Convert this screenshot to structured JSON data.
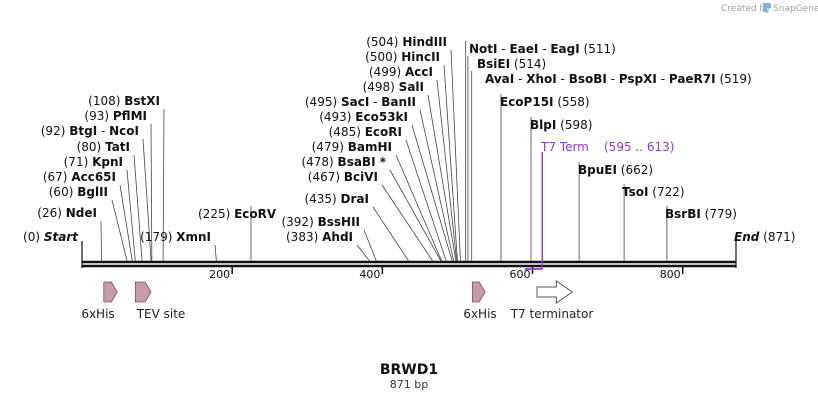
{
  "credit": {
    "text": "Created by",
    "brand": "SnapGene",
    "logo_icon": "snapgene-logo-icon"
  },
  "plasmid": {
    "name": "BRWD1",
    "size_label": "871 bp",
    "length": 871
  },
  "axis_ticks": [
    {
      "pos": 200,
      "label": "200"
    },
    {
      "pos": 400,
      "label": "400"
    },
    {
      "pos": 600,
      "label": "600"
    },
    {
      "pos": 800,
      "label": "800"
    }
  ],
  "sites": [
    {
      "pos": 0,
      "parts": [
        {
          "t": "(0)",
          "s": "num"
        },
        {
          "t": "  "
        },
        {
          "t": "Start",
          "s": "italic-b"
        }
      ]
    },
    {
      "pos": 26,
      "parts": [
        {
          "t": "(26)",
          "s": "num"
        },
        {
          "t": "  "
        },
        {
          "t": "NdeI",
          "s": "enz"
        }
      ]
    },
    {
      "pos": 60,
      "parts": [
        {
          "t": "(60)",
          "s": "num"
        },
        {
          "t": "  "
        },
        {
          "t": "BglII",
          "s": "enz"
        }
      ]
    },
    {
      "pos": 67,
      "parts": [
        {
          "t": "(67)",
          "s": "num"
        },
        {
          "t": "  "
        },
        {
          "t": "Acc65I",
          "s": "enz"
        }
      ]
    },
    {
      "pos": 71,
      "parts": [
        {
          "t": "(71)",
          "s": "num"
        },
        {
          "t": "  "
        },
        {
          "t": "KpnI",
          "s": "enz"
        }
      ]
    },
    {
      "pos": 80,
      "parts": [
        {
          "t": "(80)",
          "s": "num"
        },
        {
          "t": "  "
        },
        {
          "t": "TatI",
          "s": "enz"
        }
      ]
    },
    {
      "pos": 92,
      "parts": [
        {
          "t": "(92)",
          "s": "num"
        },
        {
          "t": "  "
        },
        {
          "t": "BtgI",
          "s": "enz"
        },
        {
          "t": "  -  "
        },
        {
          "t": "NcoI",
          "s": "enz"
        }
      ]
    },
    {
      "pos": 93,
      "parts": [
        {
          "t": "(93)",
          "s": "num"
        },
        {
          "t": "  "
        },
        {
          "t": "PflMI",
          "s": "enz"
        }
      ]
    },
    {
      "pos": 108,
      "parts": [
        {
          "t": "(108)",
          "s": "num"
        },
        {
          "t": "  "
        },
        {
          "t": "BstXI",
          "s": "enz"
        }
      ]
    },
    {
      "pos": 179,
      "parts": [
        {
          "t": "(179)",
          "s": "num"
        },
        {
          "t": "  "
        },
        {
          "t": "XmnI",
          "s": "enz"
        }
      ]
    },
    {
      "pos": 225,
      "parts": [
        {
          "t": "(225)",
          "s": "num"
        },
        {
          "t": "  "
        },
        {
          "t": "EcoRV",
          "s": "enz"
        }
      ]
    },
    {
      "pos": 383,
      "parts": [
        {
          "t": "(383)",
          "s": "num"
        },
        {
          "t": "  "
        },
        {
          "t": "AhdI",
          "s": "enz"
        }
      ]
    },
    {
      "pos": 392,
      "parts": [
        {
          "t": "(392)",
          "s": "num"
        },
        {
          "t": "  "
        },
        {
          "t": "BssHII",
          "s": "enz"
        }
      ]
    },
    {
      "pos": 435,
      "parts": [
        {
          "t": "(435)",
          "s": "num"
        },
        {
          "t": "  "
        },
        {
          "t": "DraI",
          "s": "enz"
        }
      ]
    },
    {
      "pos": 467,
      "parts": [
        {
          "t": "(467)",
          "s": "num"
        },
        {
          "t": "  "
        },
        {
          "t": "BciVI",
          "s": "enz"
        }
      ]
    },
    {
      "pos": 478,
      "parts": [
        {
          "t": "(478)",
          "s": "num"
        },
        {
          "t": "  "
        },
        {
          "t": "BsaBI *",
          "s": "enz"
        }
      ]
    },
    {
      "pos": 479,
      "parts": [
        {
          "t": "(479)",
          "s": "num"
        },
        {
          "t": "  "
        },
        {
          "t": "BamHI",
          "s": "enz"
        }
      ]
    },
    {
      "pos": 485,
      "parts": [
        {
          "t": "(485)",
          "s": "num"
        },
        {
          "t": "  "
        },
        {
          "t": "EcoRI",
          "s": "enz"
        }
      ]
    },
    {
      "pos": 493,
      "parts": [
        {
          "t": "(493)",
          "s": "num"
        },
        {
          "t": "  "
        },
        {
          "t": "Eco53kI",
          "s": "enz"
        }
      ]
    },
    {
      "pos": 495,
      "parts": [
        {
          "t": "(495)",
          "s": "num"
        },
        {
          "t": "  "
        },
        {
          "t": "SacI",
          "s": "enz"
        },
        {
          "t": "  -  "
        },
        {
          "t": "BanII",
          "s": "enz"
        }
      ]
    },
    {
      "pos": 498,
      "parts": [
        {
          "t": "(498)",
          "s": "num"
        },
        {
          "t": "  "
        },
        {
          "t": "SalI",
          "s": "enz"
        }
      ]
    },
    {
      "pos": 499,
      "parts": [
        {
          "t": "(499)",
          "s": "num"
        },
        {
          "t": "  "
        },
        {
          "t": "AccI",
          "s": "enz"
        }
      ]
    },
    {
      "pos": 500,
      "parts": [
        {
          "t": "(500)",
          "s": "num"
        },
        {
          "t": "  "
        },
        {
          "t": "HincII",
          "s": "enz"
        }
      ]
    },
    {
      "pos": 504,
      "parts": [
        {
          "t": "(504)",
          "s": "num"
        },
        {
          "t": "  "
        },
        {
          "t": "HindIII",
          "s": "enz"
        }
      ]
    },
    {
      "pos": 511,
      "parts": [
        {
          "t": "NotI",
          "s": "enz"
        },
        {
          "t": "  -  "
        },
        {
          "t": "EaeI",
          "s": "enz"
        },
        {
          "t": "  -  "
        },
        {
          "t": "EagI",
          "s": "enz"
        },
        {
          "t": "     "
        },
        {
          "t": "(511)",
          "s": "num"
        }
      ]
    },
    {
      "pos": 514,
      "parts": [
        {
          "t": "BsiEI",
          "s": "enz"
        },
        {
          "t": "   "
        },
        {
          "t": "(514)",
          "s": "num"
        }
      ]
    },
    {
      "pos": 519,
      "parts": [
        {
          "t": "AvaI",
          "s": "enz"
        },
        {
          "t": "  -  "
        },
        {
          "t": "XhoI",
          "s": "enz"
        },
        {
          "t": "  -  "
        },
        {
          "t": "BsoBI",
          "s": "enz"
        },
        {
          "t": "  -  "
        },
        {
          "t": "PspXI",
          "s": "enz"
        },
        {
          "t": "  -  "
        },
        {
          "t": "PaeR7I",
          "s": "enz"
        },
        {
          "t": "     "
        },
        {
          "t": "(519)",
          "s": "num"
        }
      ]
    },
    {
      "pos": 558,
      "parts": [
        {
          "t": "EcoP15I",
          "s": "enz"
        },
        {
          "t": "     "
        },
        {
          "t": "(558)",
          "s": "num"
        }
      ]
    },
    {
      "pos": 598,
      "parts": [
        {
          "t": "BlpI",
          "s": "enz"
        },
        {
          "t": "     "
        },
        {
          "t": "(598)",
          "s": "num"
        }
      ]
    },
    {
      "pos": 662,
      "parts": [
        {
          "t": "BpuEI",
          "s": "enz"
        },
        {
          "t": "     "
        },
        {
          "t": "(662)",
          "s": "num"
        }
      ]
    },
    {
      "pos": 722,
      "parts": [
        {
          "t": "TsoI",
          "s": "enz"
        },
        {
          "t": "     "
        },
        {
          "t": "(722)",
          "s": "num"
        }
      ]
    },
    {
      "pos": 779,
      "parts": [
        {
          "t": "BsrBI",
          "s": "enz"
        },
        {
          "t": "     "
        },
        {
          "t": "(779)",
          "s": "num"
        }
      ]
    },
    {
      "pos": 871,
      "parts": [
        {
          "t": "End",
          "s": "italic-b"
        },
        {
          "t": "     "
        },
        {
          "t": "(871)",
          "s": "num"
        }
      ]
    }
  ],
  "t7_term": {
    "name": "T7 Term",
    "range": "(595 .. 613)",
    "start": 595,
    "end": 613,
    "color": "#9a32cd"
  },
  "features": [
    {
      "label": "6xHis",
      "start": 29,
      "end": 47,
      "color": "#c79aa8",
      "shape": "small-arrow"
    },
    {
      "label": "TEV site",
      "start": 71,
      "end": 92,
      "color": "#c79aa8",
      "shape": "small-arrow"
    },
    {
      "label": "6xHis",
      "start": 520,
      "end": 537,
      "color": "#c79aa8",
      "shape": "small-arrow"
    },
    {
      "label": "T7 terminator",
      "start": 606,
      "end": 653,
      "color": "#ffffff",
      "shape": "big-arrow"
    }
  ]
}
